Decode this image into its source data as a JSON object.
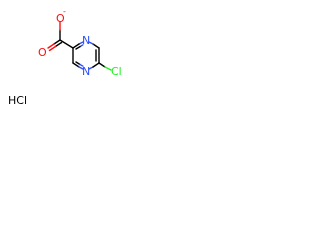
{
  "molecule": {
    "atoms": {
      "o_minus": "O",
      "o_minus_charge": "-",
      "o_double": "O",
      "n_top": "N",
      "n_bottom": "N",
      "cl": "Cl"
    },
    "salt": "HCl"
  },
  "colors": {
    "oxygen": "#ff0d0d",
    "nitrogen": "#3050f8",
    "chlorine": "#1ff01f",
    "bond": "#000000",
    "salt": "#000000"
  }
}
